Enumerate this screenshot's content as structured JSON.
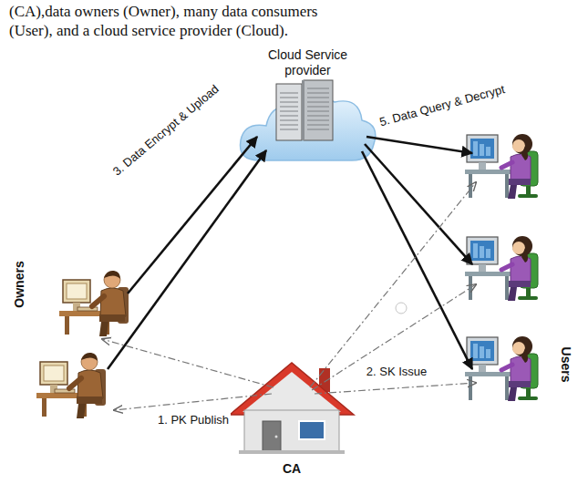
{
  "diagram": {
    "nodes": [
      {
        "text": [
          "Cloud Service provider"
        ]
      },
      {
        "text": [
          "Owners"
        ]
      },
      {
        "text": [
          "Users"
        ]
      },
      {
        "text": [
          "CA"
        ]
      }
    ],
    "edges": [
      {
        "from": 1,
        "to": 0,
        "label": "3. Data Encrypt & Upload",
        "arrow": "to"
      },
      {
        "from": 0,
        "to": 2,
        "label": "5. Data Query & Decrypt",
        "arrow": "to"
      },
      {
        "from": 3,
        "to": 1,
        "label": "1. PK Publish",
        "arrow": "to"
      },
      {
        "from": 3,
        "to": 2,
        "label": "2. SK Issue",
        "arrow": "to"
      }
    ],
    "labels": [
      "(CA),data owners (Owner), many data consumers (User), and a cloud service provider (Cloud)."
    ]
  }
}
